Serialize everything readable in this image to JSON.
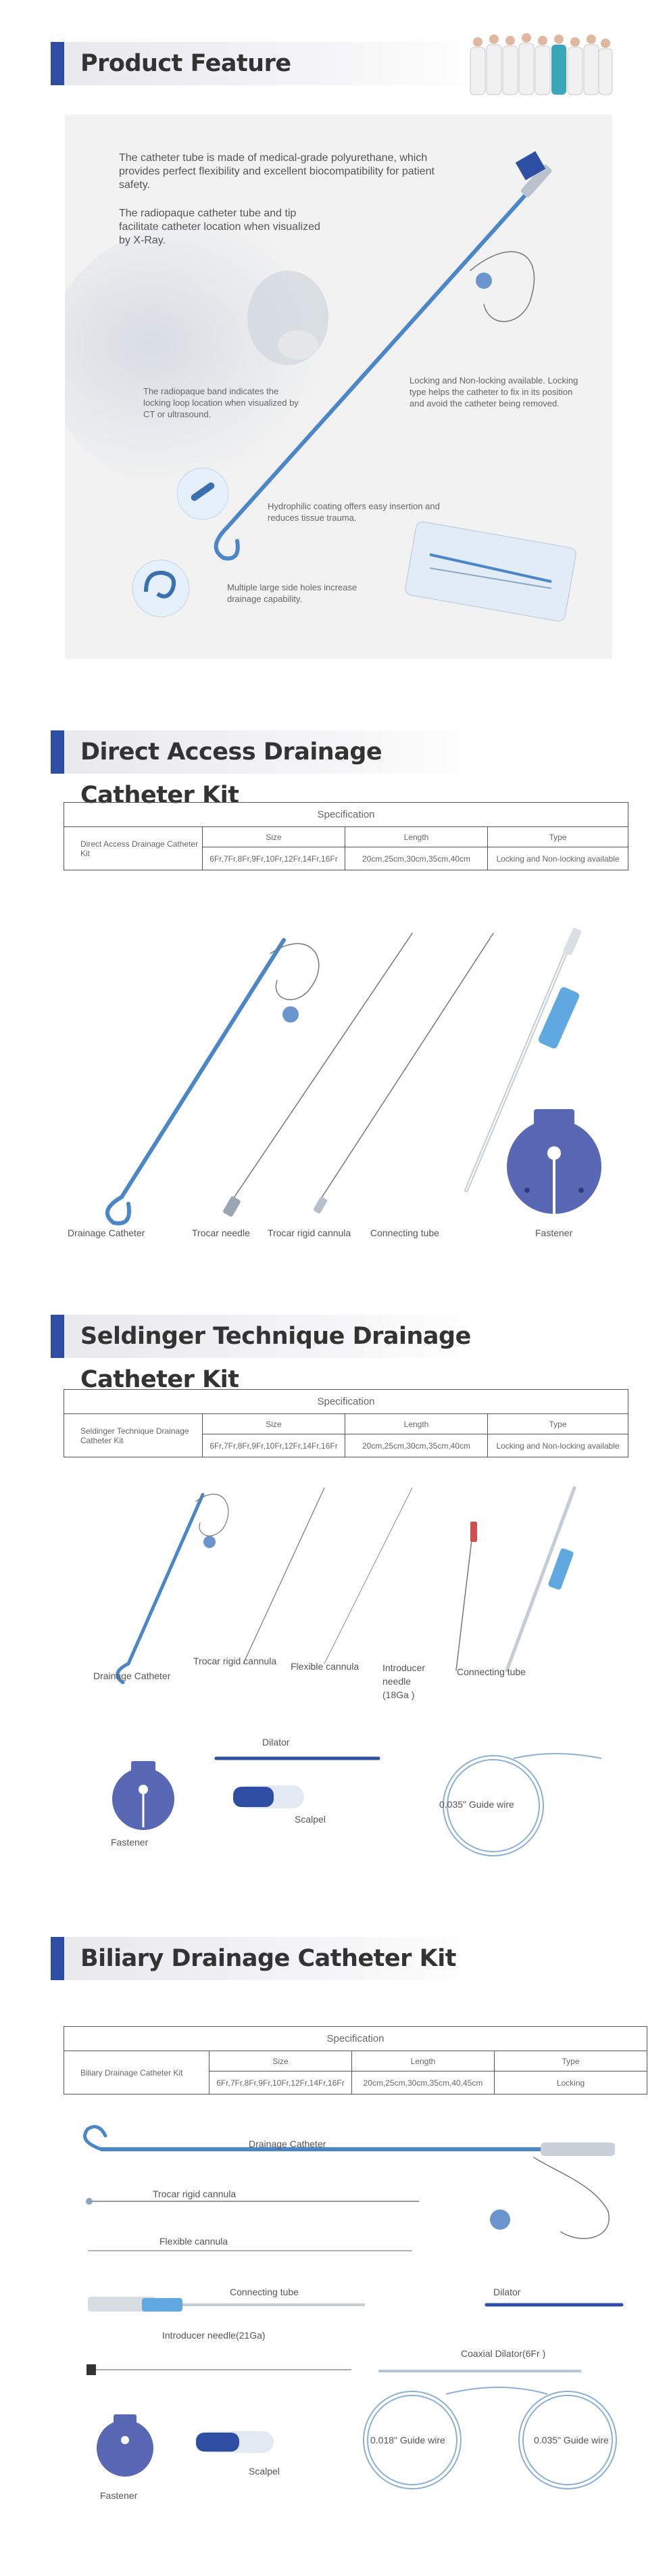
{
  "sections": {
    "feature": {
      "title": "Product Feature"
    },
    "direct": {
      "title": "Direct Access Drainage Catheter Kit"
    },
    "seldinger": {
      "title": "Seldinger Technique Drainage Catheter Kit"
    },
    "biliary": {
      "title": "Biliary Drainage Catheter Kit"
    }
  },
  "feature_texts": {
    "material": "The catheter tube is made of medical-grade polyurethane, which provides perfect flexibility and excellent biocompatibility for patient safety.",
    "radiopaque": "The radiopaque catheter tube and tip facilitate catheter location when visualized by X-Ray.",
    "band": "The radiopaque band indicates the locking loop location when visualized by CT or ultrasound.",
    "locking": "Locking and Non-locking available. Locking type helps the catheter to fix in its position and avoid the catheter being removed.",
    "coating": "Hydrophilic coating offers easy insertion and reduces tissue trauma.",
    "holes": "Multiple large side holes increase drainage capability."
  },
  "spec_tables": {
    "direct": {
      "caption": "Specification",
      "name": "Direct Access Drainage Catheter Kit",
      "headers": [
        "Size",
        "Length",
        "Type"
      ],
      "values": [
        "6Fr,7Fr,8Fr,9Fr,10Fr,12Fr,14Fr,16Fr",
        "20cm,25cm,30cm,35cm,40cm",
        "Locking and Non-locking available"
      ]
    },
    "seldinger": {
      "caption": "Specification",
      "name": "Seldinger Technique Drainage Catheter Kit",
      "headers": [
        "Size",
        "Length",
        "Type"
      ],
      "values": [
        "6Fr,7Fr,8Fr,9Fr,10Fr,12Fr,14Fr,16Fr",
        "20cm,25cm,30cm,35cm,40cm",
        "Locking and Non-locking available"
      ]
    },
    "biliary": {
      "caption": "Specification",
      "name": "Biliary Drainage Catheter Kit",
      "headers": [
        "Size",
        "Length",
        "Type"
      ],
      "values": [
        "6Fr,7Fr,8Fr,9Fr,10Fr,12Fr,14Fr,16Fr",
        "20cm,25cm,30cm,35cm,40,45cm",
        "Locking"
      ]
    }
  },
  "direct_items": [
    "Drainage Catheter",
    "Trocar needle",
    "Trocar rigid cannula",
    "Connecting tube",
    "Fastener"
  ],
  "seldinger_items": {
    "catheter": "Drainage Catheter",
    "trocar": "Trocar rigid cannula",
    "flexible": "Flexible cannula",
    "introducer": "Introducer needle (18Ga )",
    "connecting": "Connecting tube",
    "dilator": "Dilator",
    "fastener": "Fastener",
    "scalpel": "Scalpel",
    "guidewire": "0.035\" Guide wire"
  },
  "biliary_items": {
    "catheter": "Drainage Catheter",
    "trocar": "Trocar rigid cannula",
    "flexible": "Flexible cannula",
    "connecting": "Connecting tube",
    "dilator": "Dilator",
    "introducer": "Introducer needle(21Ga)",
    "coaxial": "Coaxial Dilator(6Fr )",
    "fastener": "Fastener",
    "scalpel": "Scalpel",
    "guidewire1": "0.018\" Guide wire",
    "guidewire2": "0.035\" Guide wire"
  },
  "colors": {
    "accent": "#2e4ea4",
    "catheter": "#4a86c8",
    "fastener": "#5868b4"
  }
}
